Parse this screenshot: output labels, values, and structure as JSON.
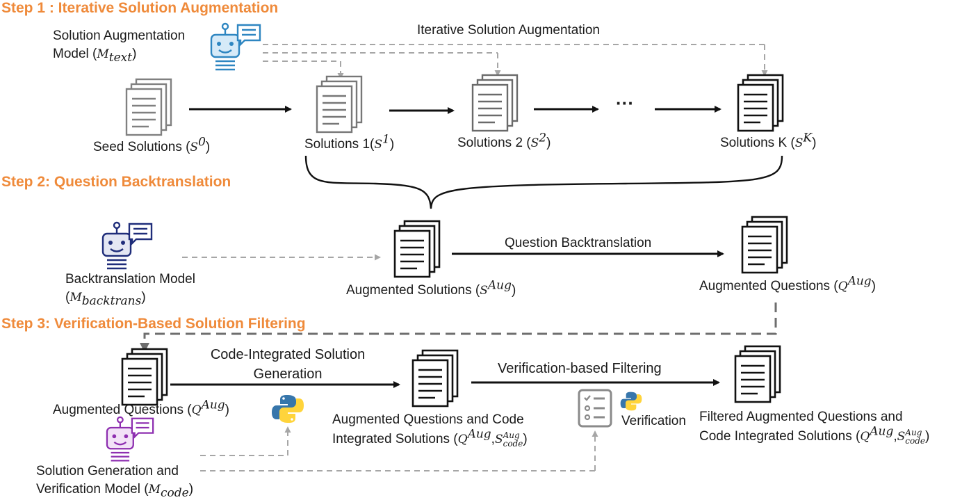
{
  "steps": {
    "step1": "Step 1 : Iterative Solution Augmentation",
    "step2": "Step 2: Question Backtranslation",
    "step3": "Step 3: Verification-Based Solution Filtering"
  },
  "step1": {
    "model_label_line1": "Solution Augmentation",
    "model_label_line2": "Model (",
    "model_math": "M",
    "model_sub": "text",
    "loop_label": "Iterative Solution Augmentation",
    "seed_label": "Seed Solutions (",
    "seed_math": "S",
    "seed_sup": "0",
    "sol1_label": "Solutions 1(",
    "sol1_math": "S",
    "sol1_sup": "1",
    "sol2_label": "Solutions 2 (",
    "sol2_math": "S",
    "sol2_sup": "2",
    "solk_label": "Solutions K (",
    "solk_math": "S",
    "solk_sup": "K",
    "ellipsis": "···"
  },
  "step2": {
    "model_label": "Backtranslation Model",
    "model_math": "M",
    "model_sub": "backtrans",
    "aug_sol_label": "Augmented Solutions (",
    "aug_sol_math": "S",
    "aug_sol_sup": "Aug",
    "arrow_label": "Question Backtranslation",
    "aug_q_label": "Augmented Questions (",
    "aug_q_math": "Q",
    "aug_q_sup": "Aug"
  },
  "step3": {
    "aug_q_label": "Augmented Questions (",
    "aug_q_math": "Q",
    "aug_q_sup": "Aug",
    "gen_label_line1": "Code-Integrated Solution",
    "gen_label_line2": "Generation",
    "code_label_line1": "Augmented Questions and Code",
    "code_label_line2": "Integrated Solutions (",
    "code_math_q": "Q",
    "code_sup_q": "Aug",
    "code_math_s": "S",
    "code_sup_s": "Aug",
    "code_sub_s": "code",
    "filter_label": "Verification-based Filtering",
    "verification_label": "Verification",
    "final_label_line1": "Filtered Augmented Questions and",
    "final_label_line2": "Code Integrated Solutions (",
    "final_math_q": "Q",
    "final_sup_q": "Aug",
    "final_math_s": "S",
    "final_sup_s": "Aug",
    "final_sub_s": "code",
    "model_label_line1": "Solution Generation and",
    "model_label_line2": "Verification Model (",
    "model_math": "M",
    "model_sub": "code"
  },
  "colors": {
    "step_heading": "#ef8a3a",
    "robot_blue": "#2e86c1",
    "robot_navy": "#1f2d7a",
    "robot_purple": "#8e2fb0",
    "doc_gray": "#808080",
    "doc_black": "#111111",
    "dashed_gray": "#9a9a9a",
    "python_blue": "#3776ab",
    "python_yellow": "#ffd43b"
  },
  "icons": [
    "robot-icon",
    "document-stack-icon",
    "python-icon",
    "checklist-icon"
  ]
}
